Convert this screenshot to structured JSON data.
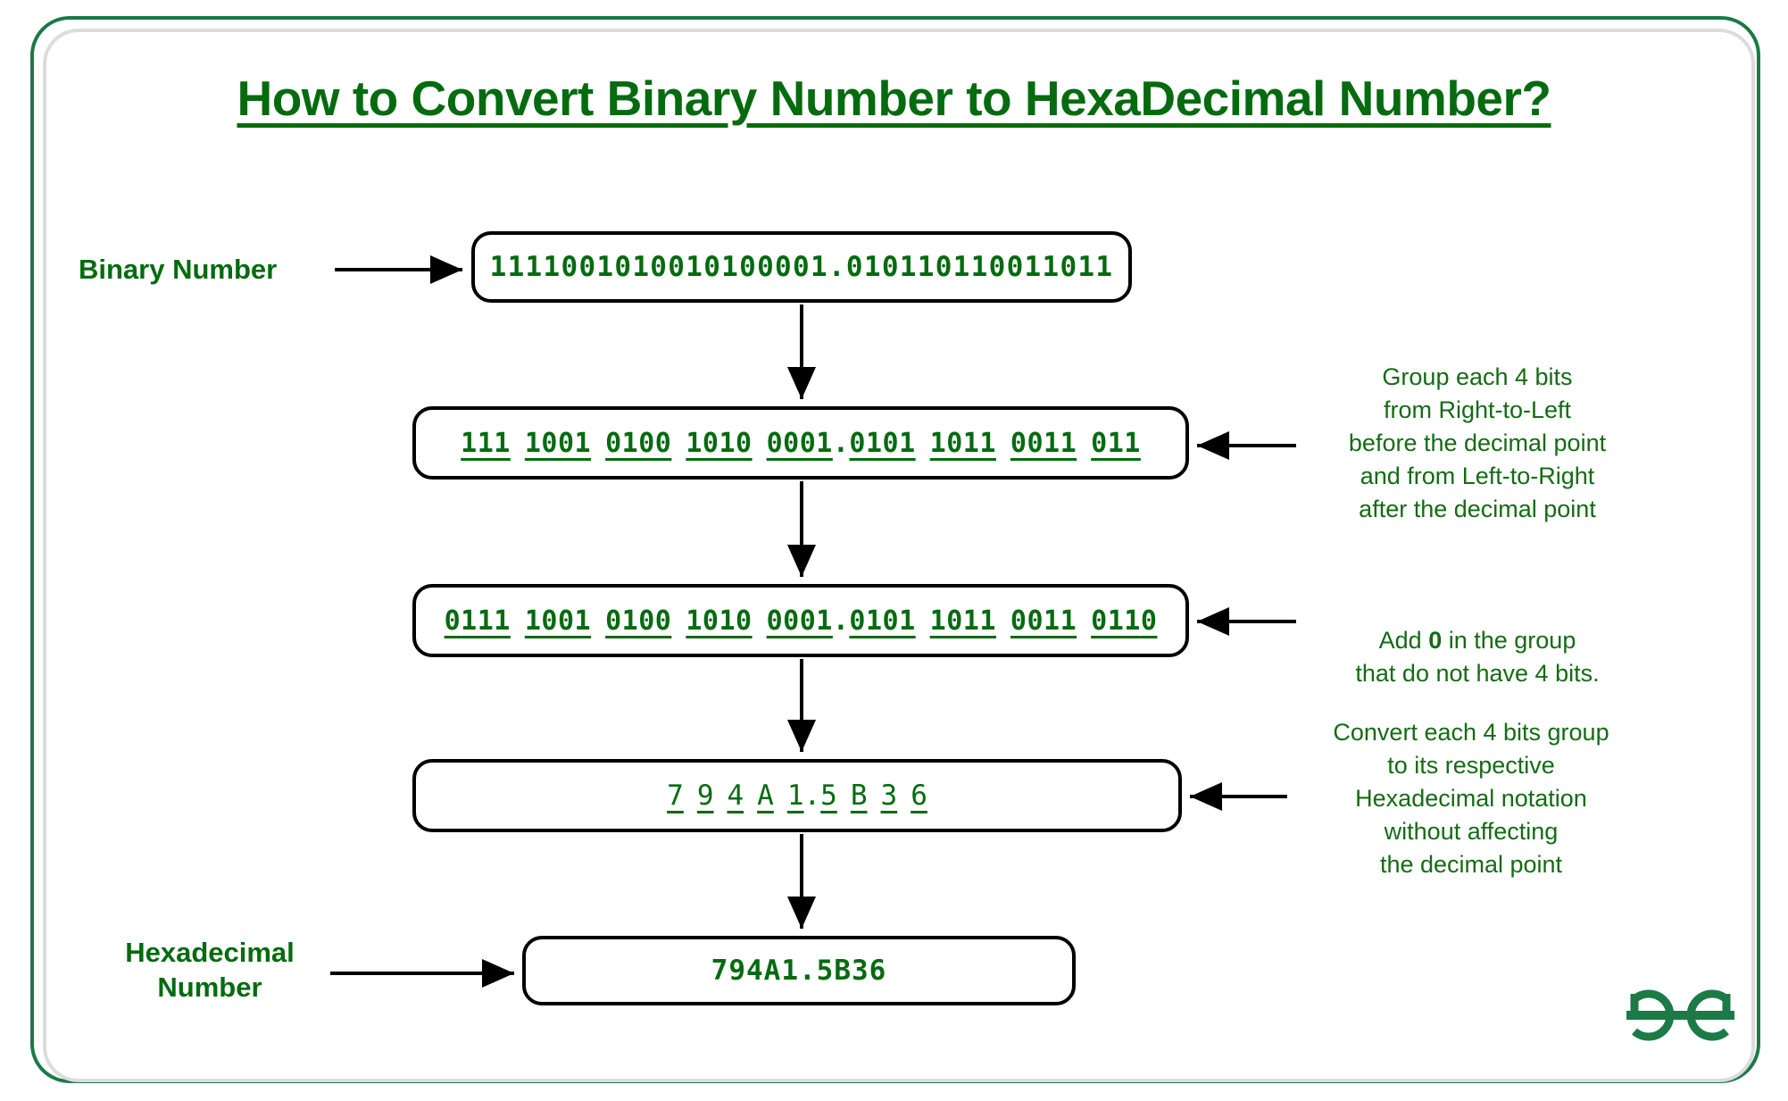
{
  "title": "How to Convert Binary Number to HexaDecimal Number?",
  "colors": {
    "brand_green": "#046b0f",
    "frame_green": "#1b7a46",
    "annotation_green": "#156b15",
    "connector_black": "#000000",
    "frame_gray": "#dcdcdc"
  },
  "labels": {
    "binary": "Binary Number",
    "hexadecimal": "Hexadecimal\nNumber"
  },
  "steps": {
    "binary_number": "1111001010010100001.010110110011011",
    "grouped": {
      "integer_groups": [
        "111",
        "1001",
        "0100",
        "1010",
        "0001"
      ],
      "point": ".",
      "fraction_groups": [
        "0101",
        "1011",
        "0011",
        "011"
      ]
    },
    "padded": {
      "integer_groups": [
        "0111",
        "1001",
        "0100",
        "1010",
        "0001"
      ],
      "point": ".",
      "fraction_groups": [
        "0101",
        "1011",
        "0011",
        "0110"
      ],
      "pad_first": "0",
      "pad_last": "0"
    },
    "hex_digits": {
      "integer_digits": [
        "7",
        "9",
        "4",
        "A",
        "1"
      ],
      "point": ".",
      "fraction_digits": [
        "5",
        "B",
        "3",
        "6"
      ]
    },
    "result": "794A1.5B36"
  },
  "annotations": {
    "group": "Group each 4 bits\nfrom Right-to-Left\nbefore the decimal point\nand from Left-to-Right\nafter the decimal point",
    "pad_prefix": "Add ",
    "pad_bold": "0",
    "pad_suffix": " in the group\nthat do not have 4 bits.",
    "convert": "Convert each 4 bits group\nto its respective\nHexadecimal notation\nwithout affecting\nthe decimal point"
  },
  "logo": {
    "name": "geeksforgeeks-logo",
    "text": "GG"
  }
}
